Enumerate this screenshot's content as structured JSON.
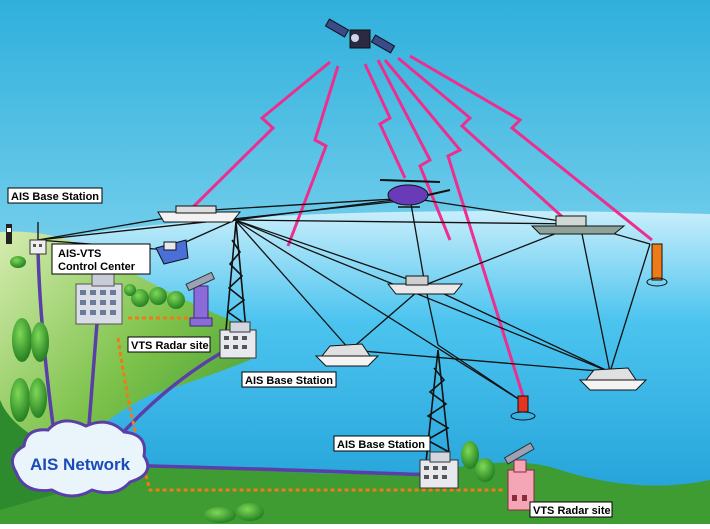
{
  "labels": {
    "base_station_1": "AIS Base Station",
    "control_center_1": "AIS-VTS",
    "control_center_2": "Control Center",
    "radar_site_1": "VTS Radar site",
    "base_station_2": "AIS Base Station",
    "network": "AIS Network",
    "base_station_3": "AIS Base Station",
    "radar_site_2": "VTS Radar site"
  },
  "colors": {
    "sky": "#44bce0",
    "sea": "#37c0ee",
    "land": "#3aa13a",
    "satellite_link": "#ee2e8e",
    "ais_link": "#000000",
    "network_cable": "#5b3fa8",
    "radar_cable": "#f07a18"
  }
}
